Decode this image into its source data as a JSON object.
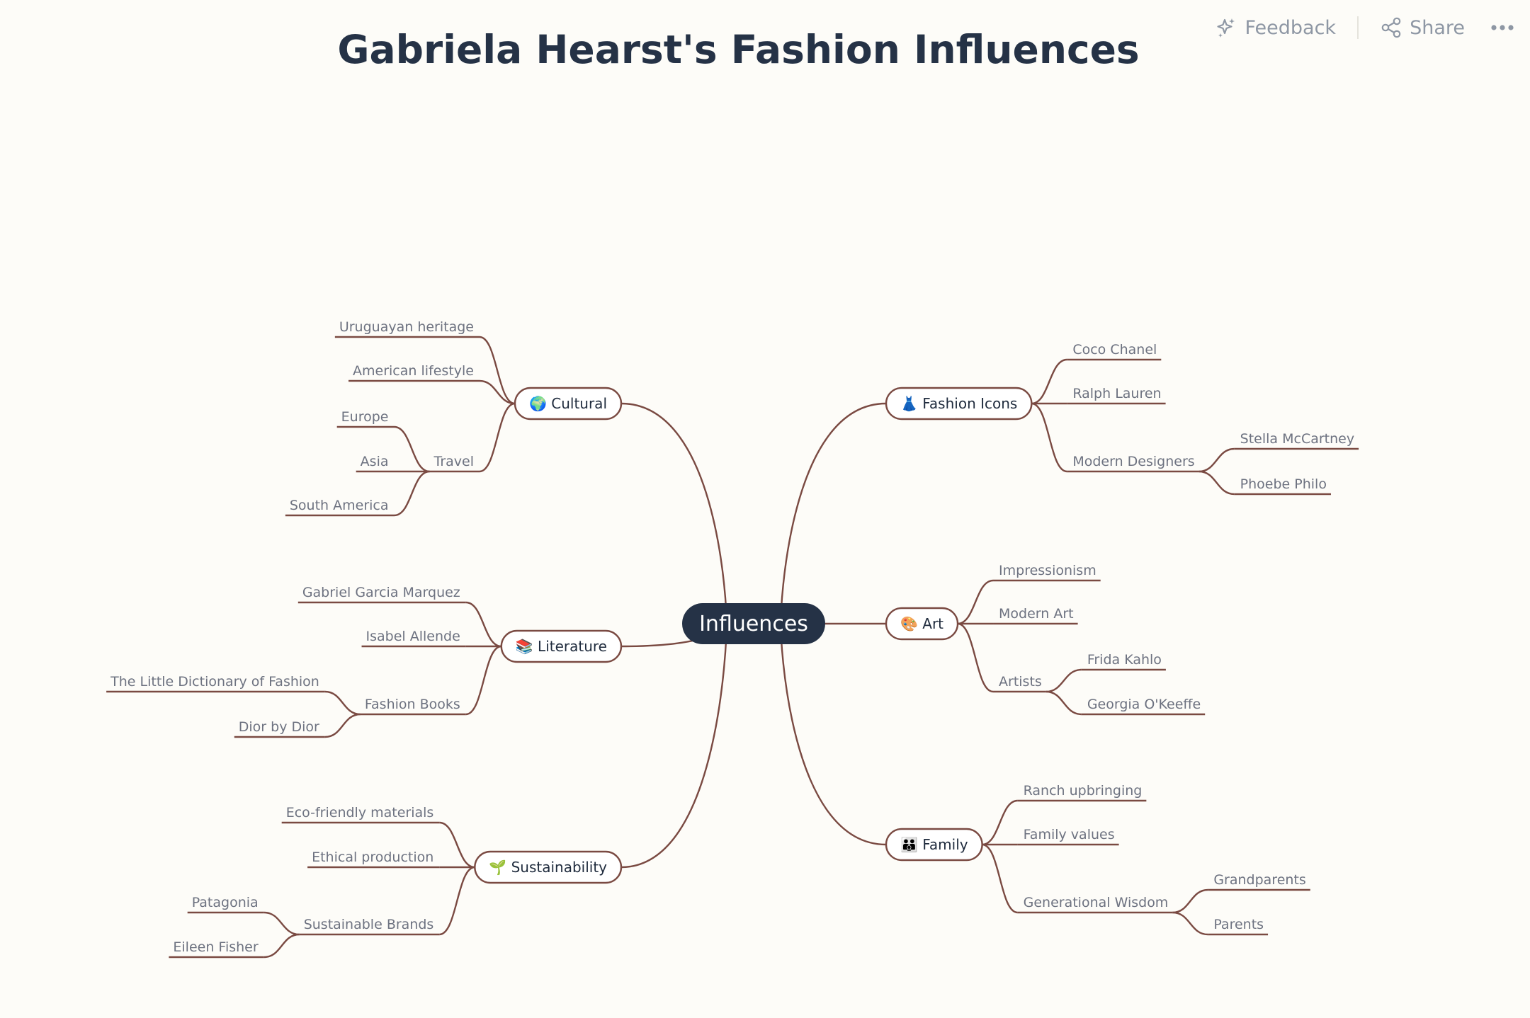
{
  "title": "Gabriela Hearst's Fashion Influences",
  "toolbar": {
    "feedback_label": "Feedback",
    "share_label": "Share"
  },
  "colors": {
    "background": "#fdfcf8",
    "title": "#253246",
    "root": "#253246",
    "line": "#7a4a42",
    "leaf_text": "#6d7280"
  },
  "mindmap": {
    "root": {
      "label": "Influences"
    },
    "branches": [
      {
        "key": "cultural",
        "label": "Cultural",
        "emoji": "🌍",
        "side": "left",
        "children": [
          {
            "label": "Uruguayan heritage"
          },
          {
            "label": "American lifestyle"
          },
          {
            "label": "Travel",
            "children": [
              {
                "label": "Europe"
              },
              {
                "label": "Asia"
              },
              {
                "label": "South America"
              }
            ]
          }
        ]
      },
      {
        "key": "literature",
        "label": "Literature",
        "emoji": "📚",
        "side": "left",
        "children": [
          {
            "label": "Gabriel Garcia Marquez"
          },
          {
            "label": "Isabel Allende"
          },
          {
            "label": "Fashion Books",
            "children": [
              {
                "label": "The Little Dictionary of Fashion"
              },
              {
                "label": "Dior by Dior"
              }
            ]
          }
        ]
      },
      {
        "key": "sustainability",
        "label": "Sustainability",
        "emoji": "🌱",
        "side": "left",
        "children": [
          {
            "label": "Eco-friendly materials"
          },
          {
            "label": "Ethical production"
          },
          {
            "label": "Sustainable Brands",
            "children": [
              {
                "label": "Patagonia"
              },
              {
                "label": "Eileen Fisher"
              }
            ]
          }
        ]
      },
      {
        "key": "fashion-icons",
        "label": "Fashion Icons",
        "emoji": "👗",
        "side": "right",
        "children": [
          {
            "label": "Coco Chanel"
          },
          {
            "label": "Ralph Lauren"
          },
          {
            "label": "Modern Designers",
            "children": [
              {
                "label": "Stella McCartney"
              },
              {
                "label": "Phoebe Philo"
              }
            ]
          }
        ]
      },
      {
        "key": "art",
        "label": "Art",
        "emoji": "🎨",
        "side": "right",
        "children": [
          {
            "label": "Impressionism"
          },
          {
            "label": "Modern Art"
          },
          {
            "label": "Artists",
            "children": [
              {
                "label": "Frida Kahlo"
              },
              {
                "label": "Georgia O'Keeffe"
              }
            ]
          }
        ]
      },
      {
        "key": "family",
        "label": "Family",
        "emoji": "👪",
        "side": "right",
        "children": [
          {
            "label": "Ranch upbringing"
          },
          {
            "label": "Family values"
          },
          {
            "label": "Generational Wisdom",
            "children": [
              {
                "label": "Grandparents"
              },
              {
                "label": "Parents"
              }
            ]
          }
        ]
      }
    ]
  }
}
